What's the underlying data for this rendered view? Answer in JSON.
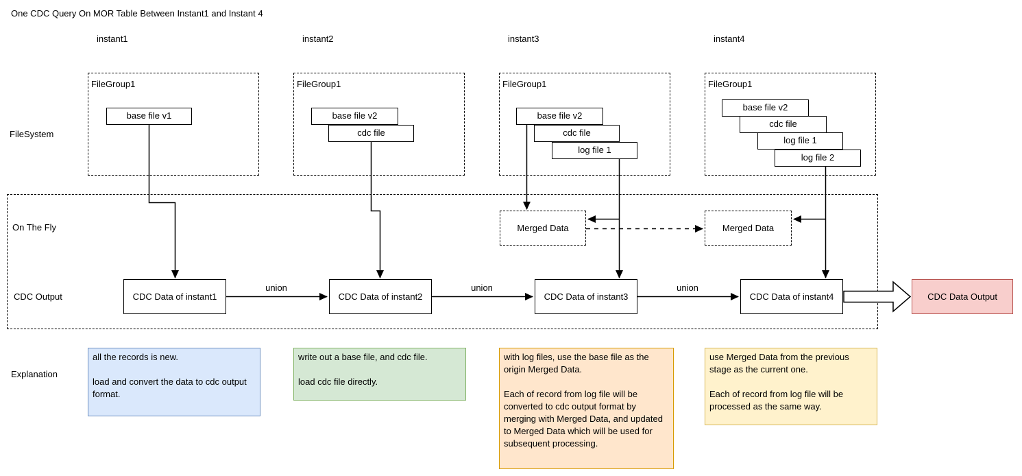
{
  "title": "One CDC Query On MOR Table Between Instant1 and Instant 4",
  "row_labels": {
    "filesystem": "FileSystem",
    "on_the_fly": "On The Fly",
    "cdc_output": "CDC Output",
    "explanation": "Explanation"
  },
  "union_label": "union",
  "merged_data_label": "Merged Data",
  "output": {
    "label": "CDC Data Output",
    "fill": "#f8cecc",
    "border": "#b85450"
  },
  "instants": [
    {
      "label": "instant1",
      "filegroup_label": "FileGroup1",
      "files": [
        "base file v1"
      ],
      "cdc_label": "CDC Data of instant1",
      "explanation": {
        "text": "all the records is new.\n\nload and convert the data to cdc output format.",
        "fill": "#dae8fc",
        "border": "#6c8ebf"
      }
    },
    {
      "label": "instant2",
      "filegroup_label": "FileGroup1",
      "files": [
        "base file v2",
        "cdc file"
      ],
      "cdc_label": "CDC Data of instant2",
      "explanation": {
        "text": "write out a base file, and cdc file.\n\nload cdc file directly.",
        "fill": "#d5e8d4",
        "border": "#82b366"
      }
    },
    {
      "label": "instant3",
      "filegroup_label": "FileGroup1",
      "files": [
        "base file v2",
        "cdc file",
        "log file 1"
      ],
      "cdc_label": "CDC Data of instant3",
      "explanation": {
        "text": "with log files, use the base file as the origin Merged Data.\n\nEach of record from log file will be converted to cdc output format by merging with Merged Data, and updated to Merged Data which will be used for subsequent processing.",
        "fill": "#ffe6cc",
        "border": "#d79b00"
      }
    },
    {
      "label": "instant4",
      "filegroup_label": "FileGroup1",
      "files": [
        "base file v2",
        "cdc file",
        "log file 1",
        "log file 2"
      ],
      "cdc_label": "CDC Data of instant4",
      "explanation": {
        "text": "use Merged Data from the previous stage as the current one.\n\nEach of record from log file will be processed as the same way.",
        "fill": "#fff2cc",
        "border": "#d6b656"
      }
    }
  ]
}
